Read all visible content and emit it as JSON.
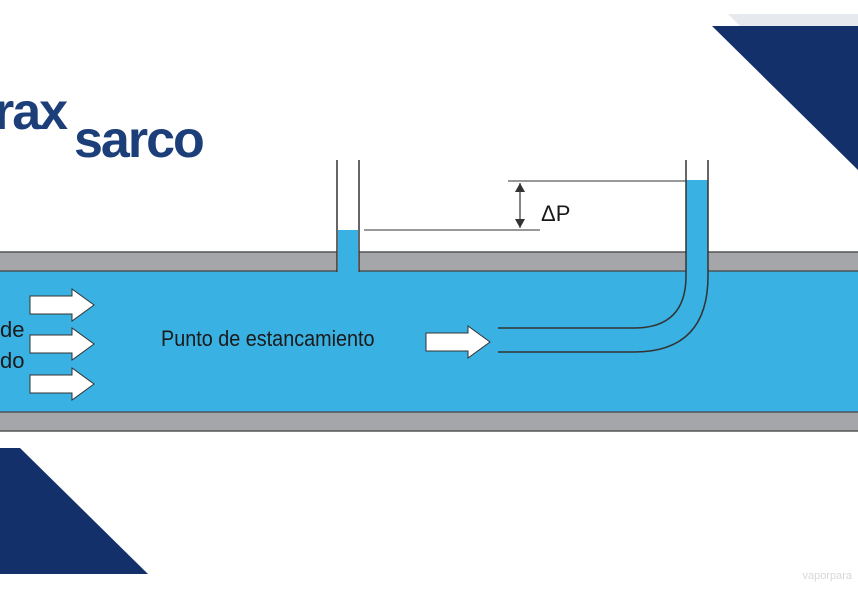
{
  "logo": {
    "line1": "rax",
    "line2": "sarco",
    "color": "#1c3f7a"
  },
  "labels": {
    "stagnation_point": "Punto de estancamiento",
    "delta_p": "ΔP",
    "flow_label_line1": "de",
    "flow_label_line2": "do"
  },
  "watermark": "vaporpara",
  "colors": {
    "water": "#39b1e2",
    "pipe_wall": "#a4a6a9",
    "dark_blue": "#13306a",
    "arrow_fill": "#ffffff"
  }
}
